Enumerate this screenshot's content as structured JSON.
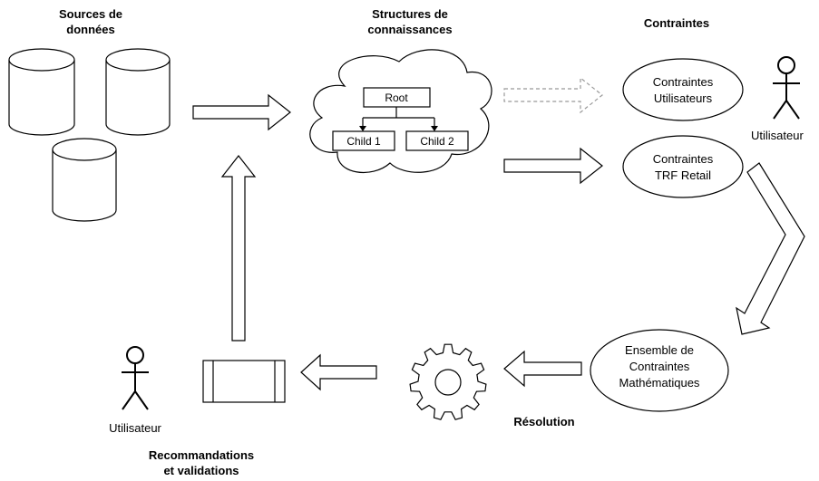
{
  "sections": {
    "sources": [
      "Sources de",
      "données"
    ],
    "structures": [
      "Structures de",
      "connaissances"
    ],
    "contraintes": "Contraintes",
    "resolution": "Résolution",
    "recommandations": [
      "Recommandations",
      "et validations"
    ]
  },
  "tree": {
    "root": "Root",
    "child1": "Child 1",
    "child2": "Child 2"
  },
  "constraints": {
    "users": [
      "Contraintes",
      "Utilisateurs"
    ],
    "retail": [
      "Contraintes",
      "TRF Retail"
    ],
    "math": [
      "Ensemble de",
      "Contraintes",
      "Mathématiques"
    ]
  },
  "actors": {
    "right": "Utilisateur",
    "left": "Utilisateur"
  },
  "icons": [
    "database-icon",
    "cloud-shape",
    "actor-icon",
    "gear-icon",
    "process-icon",
    "arrow-icon"
  ]
}
